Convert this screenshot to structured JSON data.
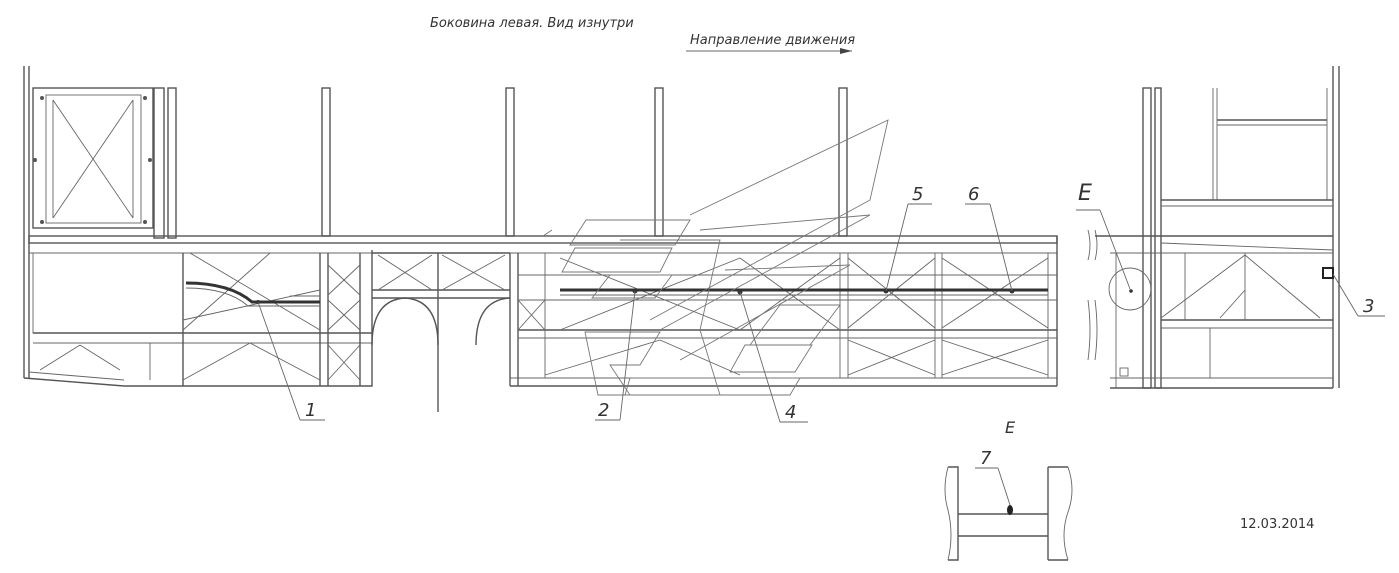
{
  "title": "Боковина левая. Вид изнутри",
  "direction_label": "Направление движения",
  "view_label_main": "Е",
  "detail_label": "Е",
  "date": "12.03.2014",
  "callouts": [
    {
      "number": "1"
    },
    {
      "number": "2"
    },
    {
      "number": "3"
    },
    {
      "number": "4"
    },
    {
      "number": "5"
    },
    {
      "number": "6"
    },
    {
      "number": "7"
    }
  ]
}
